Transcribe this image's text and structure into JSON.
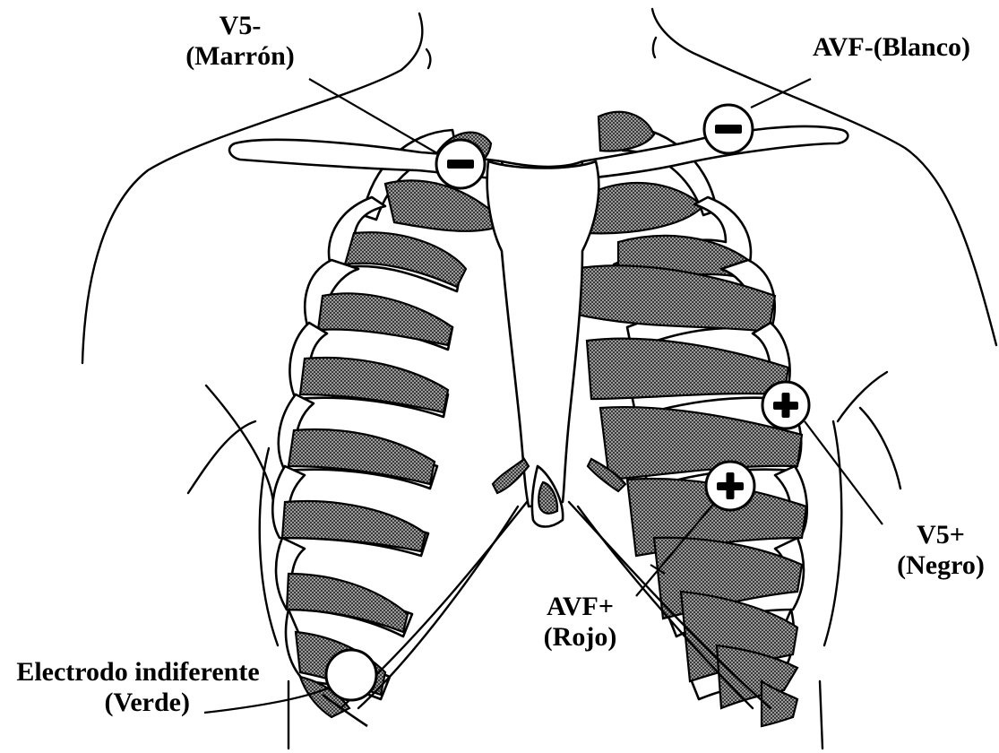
{
  "labels": {
    "v5_minus": "V5-",
    "v5_minus_color": "(Marrón)",
    "avf_minus": "AVF-(Blanco)",
    "v5_plus": "V5+",
    "v5_plus_color": "(Negro)",
    "avf_plus": "AVF+",
    "avf_plus_color": "(Rojo)",
    "indifferent": "Electrodo indiferente",
    "indifferent_color": "(Verde)"
  },
  "electrodes": [
    {
      "id": "v5-minus",
      "polarity": "negative",
      "icon": "minus-icon"
    },
    {
      "id": "avf-minus",
      "polarity": "negative",
      "icon": "minus-icon"
    },
    {
      "id": "v5-plus",
      "polarity": "positive",
      "icon": "plus-icon"
    },
    {
      "id": "avf-plus",
      "polarity": "positive",
      "icon": "plus-icon"
    },
    {
      "id": "indifferent",
      "polarity": "neutral",
      "icon": "blank-circle"
    }
  ],
  "colors": {
    "ink": "#000000",
    "paper": "#ffffff",
    "hatch_fill": "#8a8a8a"
  }
}
